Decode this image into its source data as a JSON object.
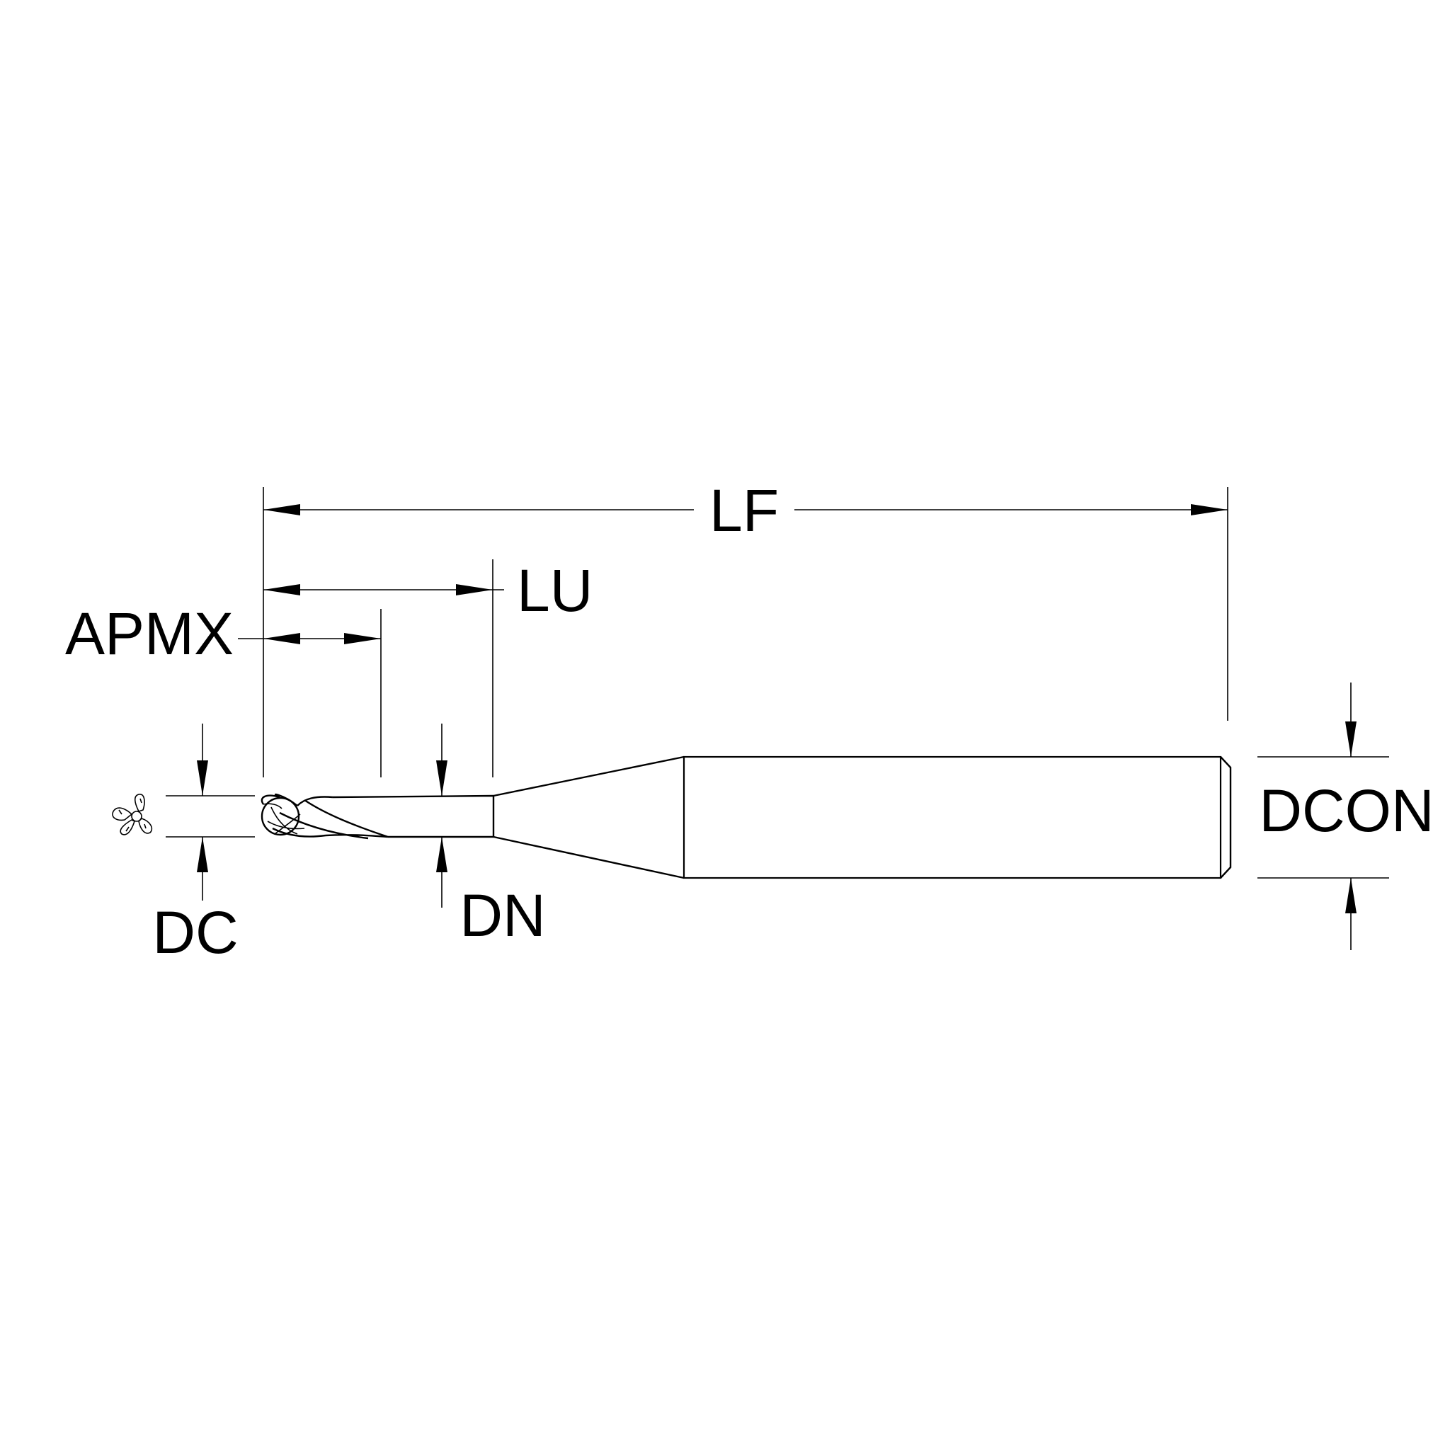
{
  "labels": {
    "lf": "LF",
    "lu": "LU",
    "apmx": "APMX",
    "dc": "DC",
    "dn": "DN",
    "dcon": "DCON"
  },
  "icons": {
    "end_view": "flute-cross-section-icon"
  },
  "colors": {
    "line": "#000000",
    "background": "#ffffff"
  }
}
